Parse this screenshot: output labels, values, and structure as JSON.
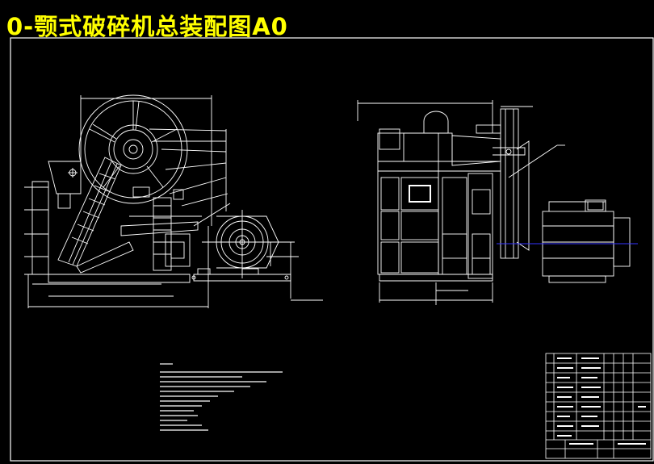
{
  "title": "0-颚式破碎机总装配图A0",
  "colors": {
    "background": "#000000",
    "title": "#ffff00",
    "line": "#ffffff",
    "centerline": "#2222ff"
  },
  "views": [
    "front-view-crusher",
    "side-view-crusher",
    "motor-pulley-detail",
    "title-block",
    "technical-notes"
  ]
}
